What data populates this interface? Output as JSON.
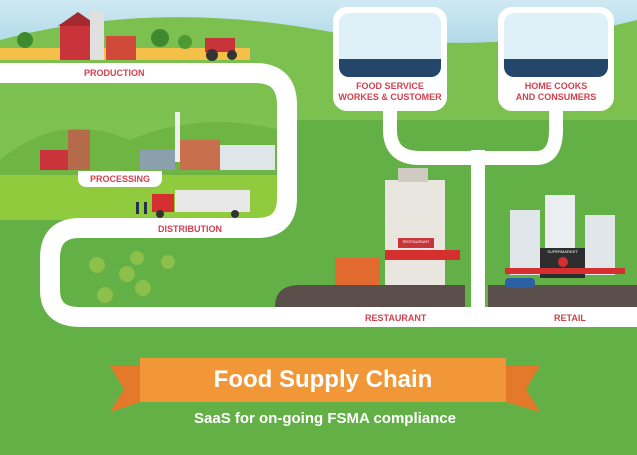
{
  "stages": {
    "production": "PRODUCTION",
    "processing": "PROCESSING",
    "distribution": "DISTRIBUTION",
    "restaurant": "RESTAURANT",
    "retail": "RETAIL"
  },
  "cards": [
    {
      "line1": "FOOD SERVICE",
      "line2": "WORKES & CUSTOMER"
    },
    {
      "line1": "HOME COOKS",
      "line2": "AND CONSUMERS"
    }
  ],
  "banner": {
    "title": "Food Supply Chain",
    "subtitle": "SaaS for on-going FSMA compliance"
  },
  "signs": {
    "restaurant": "RESTAURANT",
    "supermarket": "SUPERMARKET"
  },
  "colors": {
    "green": "#62b046",
    "orange": "#f29737",
    "label_red": "#d2414f",
    "road": "#ffffff"
  }
}
